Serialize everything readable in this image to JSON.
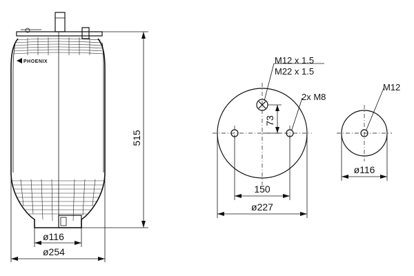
{
  "side_view": {
    "brand": "PHOENIX",
    "height_label": "515",
    "inner_dia_label": "ø116",
    "outer_dia_label": "ø254"
  },
  "top_plate": {
    "thread_label_1": "M12 x 1.5",
    "thread_label_2": "M22 x 1.5",
    "bolt_label": "2x M8",
    "offset_label": "73",
    "bolt_spacing_label": "150",
    "plate_dia_label": "ø227"
  },
  "bottom_plate": {
    "thread_label": "M12",
    "plate_dia_label": "ø116"
  }
}
